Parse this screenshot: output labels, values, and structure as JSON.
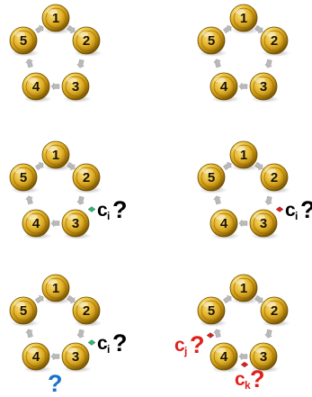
{
  "panels": [
    {
      "id": "top-left",
      "coins": [
        "1",
        "2",
        "3",
        "4",
        "5"
      ],
      "markers": [],
      "labels": []
    },
    {
      "id": "top-right",
      "coins": [
        "1",
        "2",
        "3",
        "4",
        "5"
      ],
      "markers": [],
      "labels": []
    },
    {
      "id": "middle-left",
      "coins": [
        "1",
        "2",
        "3",
        "4",
        "5"
      ],
      "markers": [
        {
          "edge": "2-3",
          "color": "#2bb673"
        }
      ],
      "labels": [
        {
          "kind": "ci",
          "text": "c",
          "sub": "i",
          "q": "?",
          "color": "#000000"
        }
      ]
    },
    {
      "id": "middle-right",
      "coins": [
        "1",
        "2",
        "3",
        "4",
        "5"
      ],
      "markers": [
        {
          "edge": "2-3",
          "color": "#d8201f"
        }
      ],
      "labels": [
        {
          "kind": "ci",
          "text": "c",
          "sub": "i",
          "q": "?",
          "color": "#000000"
        }
      ]
    },
    {
      "id": "bottom-left",
      "coins": [
        "1",
        "2",
        "3",
        "4",
        "5"
      ],
      "markers": [
        {
          "edge": "2-3",
          "color": "#2bb673"
        }
      ],
      "labels": [
        {
          "kind": "ci",
          "text": "c",
          "sub": "i",
          "q": "?",
          "color": "#000000"
        },
        {
          "kind": "below",
          "text": "",
          "sub": "",
          "q": "?",
          "color": "#1a73c9"
        }
      ]
    },
    {
      "id": "bottom-right",
      "coins": [
        "1",
        "2",
        "3",
        "4",
        "5"
      ],
      "markers": [
        {
          "edge": "5-4",
          "color": "#d8201f"
        },
        {
          "edge": "4-3",
          "color": "#d8201f"
        }
      ],
      "labels": [
        {
          "kind": "cj",
          "text": "c",
          "sub": "j",
          "q": "?",
          "color": "#e0201c"
        },
        {
          "kind": "ck",
          "text": "c",
          "sub": "k",
          "q": "?",
          "color": "#e0201c"
        }
      ]
    }
  ],
  "colors": {
    "coin_gold": "#d4a417",
    "coin_dark": "#8a6406",
    "arrow_gray": "#b9b9b9"
  }
}
